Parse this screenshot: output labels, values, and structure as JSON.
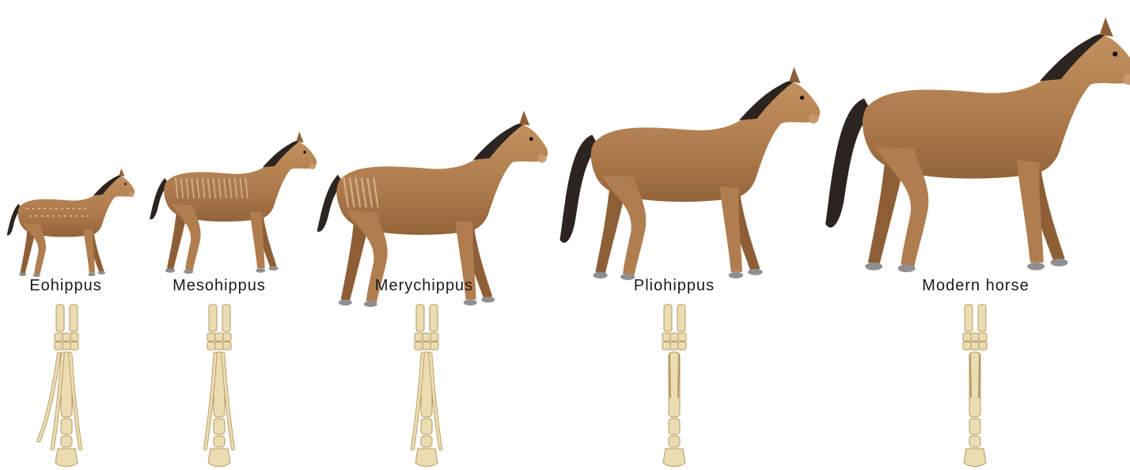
{
  "species": [
    {
      "id": "eohippus",
      "name": "Eohippus",
      "toes": 4,
      "stripes": "spots"
    },
    {
      "id": "mesohippus",
      "name": "Mesohippus",
      "toes": 3,
      "stripes": "stripes"
    },
    {
      "id": "merychippus",
      "name": "Merychippus",
      "toes": 3,
      "stripes": "shoulder-stripes"
    },
    {
      "id": "pliohippus",
      "name": "Pliohippus",
      "toes": 1,
      "stripes": "none"
    },
    {
      "id": "modern",
      "name": "Modern horse",
      "toes": 1,
      "stripes": "none"
    }
  ],
  "colors": {
    "coat": "#b07d4f",
    "coat_dark": "#8e5f36",
    "coat_light": "#c99a6c",
    "mane": "#2b2420",
    "hoof": "#8f8f8f",
    "bone": "#ecdcb2",
    "bone_outline": "#b49a62",
    "label_text": "#1a1a1a"
  }
}
